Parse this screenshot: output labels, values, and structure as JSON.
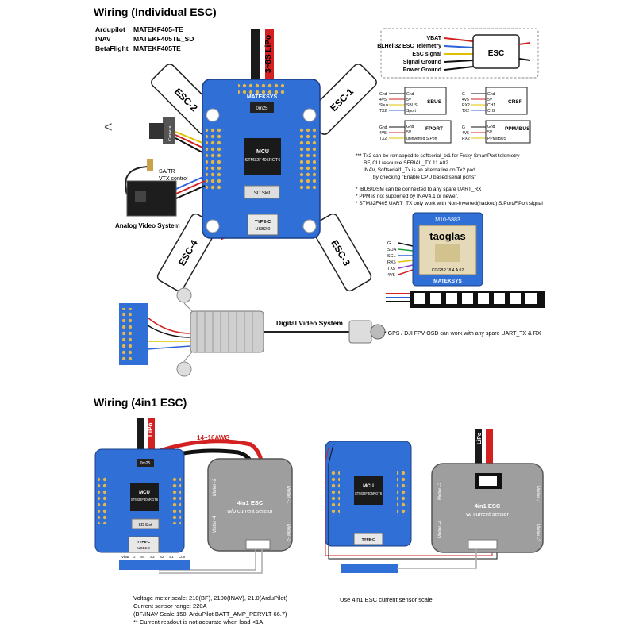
{
  "section1": {
    "title": "Wiring (Individual ESC)",
    "firmware": [
      {
        "name": "Ardupilot",
        "target": "MATEKF405-TE"
      },
      {
        "name": "INAV",
        "target": "MATEKF405TE_SD"
      },
      {
        "name": "BetaFlight",
        "target": "MATEKF405TE"
      }
    ],
    "lipo_label": "3~8S LiPo",
    "esc_labels": [
      "ESC-1",
      "ESC-2",
      "ESC-3",
      "ESC-4"
    ],
    "board": {
      "brand": "MATEKSYS",
      "mcu": "MCU",
      "mcu_part": "STM32F405RGT6",
      "fuse": "0m25",
      "sd": "SD Slot",
      "usb": "TYPE-C",
      "usb_sub": "USB2.0"
    },
    "camera_label": "Camera",
    "vtx_labels": [
      "SA/TR",
      "VTX control"
    ],
    "analog_caption": "Analog Video System",
    "digital_caption": "Digital Video System",
    "esc_legend": {
      "box": "ESC",
      "wires": [
        "VBAT",
        "BLHeli32 ESC Telemetry",
        "ESC signal",
        "Signal Ground",
        "Power Ground"
      ]
    },
    "receivers": [
      {
        "name": "SBUS",
        "pins": [
          "Gnd",
          "4V5",
          "Sbus",
          "TX2"
        ],
        "rx_pins": [
          "Gnd",
          "5V",
          "SBUS",
          "Sport"
        ]
      },
      {
        "name": "CRSF",
        "pins": [
          "G",
          "4V5",
          "RX2",
          "TX2"
        ],
        "rx_pins": [
          "Gnd",
          "5V",
          "CH1",
          "CH2"
        ]
      },
      {
        "name": "FPORT",
        "pins": [
          "Gnd",
          "4V5",
          "TX2"
        ],
        "rx_pins": [
          "Gnd",
          "5V",
          "uninverted S.Port"
        ]
      },
      {
        "name": "PPM/IBUS",
        "pins": [
          "G",
          "4V5",
          "RX2"
        ],
        "rx_pins": [
          "Gnd",
          "5V",
          "PPM/IBUS"
        ]
      }
    ],
    "notes1": [
      "*** Tx2 can be remapped to softserial_tx1 for Frsky SmartPort telemetry",
      "BF, CLI resource SERIAL_TX 11 A02",
      "INAV, Softserial1_Tx is an alternative on Tx2 pad",
      "by checking \"Enable CPU based serial ports\""
    ],
    "notes2": [
      "* IBUS/DSM can be connected to any spare UART_RX",
      "* PPM is not supported by INAV4.1 or newer.",
      "* STM32F405 UART_TX only work with Non-inverted(hacked) S.Port/F.Port signal"
    ],
    "gps": {
      "top": "M10-5883",
      "brand": "taoglas",
      "part": "CGGBP.18.4.A.02",
      "bottom": "MATEKSYS",
      "pins": [
        "G",
        "SDA",
        "SCL",
        "RX5",
        "TX5",
        "4V5"
      ]
    },
    "gps_note": "* GPS / DJI FPV OSD can work with any spare UART_TX & RX"
  },
  "section2": {
    "title": "Wiring (4in1 ESC)",
    "wire_gauge": "14~16AWG",
    "lipo_label": "LiPo",
    "left_esc": {
      "name": "4in1 ESC",
      "sub": "w/o current sensor"
    },
    "right_esc": {
      "name": "4in1 ESC",
      "sub": "w/ current sensor"
    },
    "motors": [
      "Motor -1",
      "Motor -2",
      "Motor -3",
      "Motor -4"
    ],
    "plug_pins": [
      "Vbat",
      "G",
      "S4",
      "S3",
      "S2",
      "S1",
      "Curr"
    ],
    "left_notes": [
      "Voltage meter scale: 210(BF), 2100(INAV), 21.0(ArduPilot)",
      "Current sensor range: 220A",
      "(BF/INAV Scale 150, ArduPilot BATT_AMP_PERVLT 66.7)",
      "** Current readout is not accurate when load <1A"
    ],
    "right_note": "Use 4in1 ESC current sensor scale"
  }
}
